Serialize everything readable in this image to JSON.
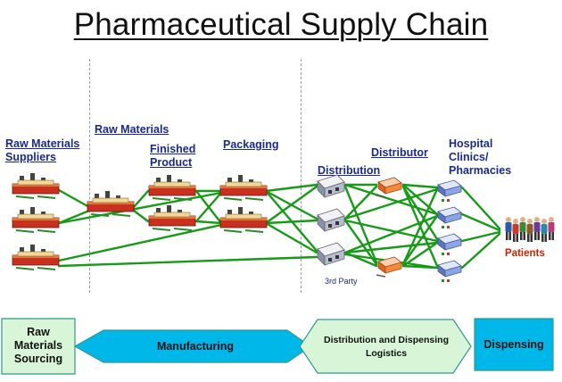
{
  "title": "Pharmaceutical Supply Chain",
  "stages": {
    "raw_materials_suppliers": "Raw Materials Suppliers",
    "raw_materials": "Raw Materials",
    "finished_product": "Finished Product",
    "packaging": "Packaging",
    "distribution": "Distribution",
    "distributor": "Distributor",
    "hospital_clinics_pharmacies": "Hospital Clinics/ Pharmacies"
  },
  "annotations": {
    "third_party": "3rd Party",
    "patients": "Patients"
  },
  "process_band": [
    {
      "label": "Raw Materials Sourcing",
      "fill": "#d8f5d8"
    },
    {
      "label": "Manufacturing",
      "fill": "#00b7ea"
    },
    {
      "label": "Distribution and Dispensing Logistics",
      "fill": "#d8f5d8"
    },
    {
      "label": "Dispensing",
      "fill": "#00b7ea"
    }
  ],
  "colors": {
    "link": "#179a17",
    "label": "#1a2a8c",
    "patients": "#cc2200",
    "band_green": "#d8f5d8",
    "band_blue": "#00b7ea",
    "band_border": "#2f9a8a"
  },
  "icons": {
    "factory": "factory-icon",
    "distribution_center": "distribution-center-icon",
    "distributor_truck": "distributor-icon",
    "pharmacy": "pharmacy-icon",
    "patients_group": "people-group-icon"
  }
}
